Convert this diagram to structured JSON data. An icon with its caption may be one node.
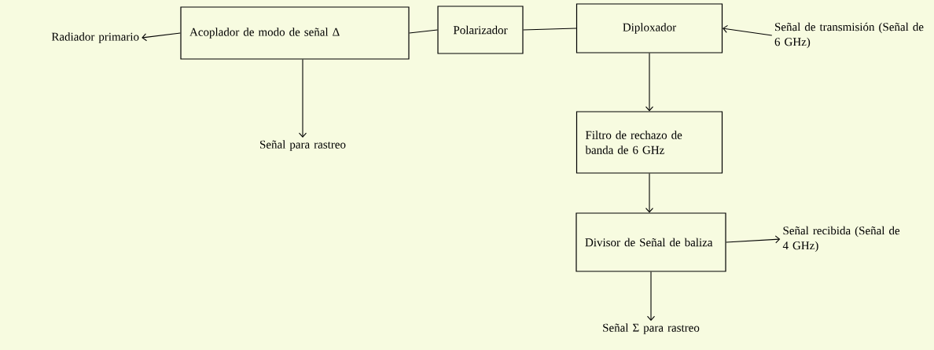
{
  "diagram": {
    "nodes": [
      {
        "text": [
          "Acoplador de modo de señal Δ"
        ]
      },
      {
        "text": [
          "Polarizador"
        ]
      },
      {
        "text": [
          "Diploxador"
        ]
      },
      {
        "text": [
          "Filtro de rechazo de banda de 6 GHz"
        ]
      },
      {
        "text": [
          "Divisor de Señal de baliza"
        ]
      },
      {
        "text": [
          "Radiador primario"
        ]
      },
      {
        "text": [
          "Señal para rastreo"
        ]
      },
      {
        "text": [
          "Señal de transmisión (Señal de 6 GHz)"
        ]
      },
      {
        "text": [
          "Señal recibida (Señal de 4 GHz)"
        ]
      },
      {
        "text": [
          "Señal Σ para rastreo"
        ]
      }
    ],
    "edges": [
      {
        "from": 0,
        "to": 5,
        "arrow": "to"
      },
      {
        "from": 0,
        "to": 6,
        "arrow": "to"
      },
      {
        "from": 0,
        "to": 1,
        "arrow": "none"
      },
      {
        "from": 1,
        "to": 2,
        "arrow": "none"
      },
      {
        "from": 7,
        "to": 2,
        "arrow": "to"
      },
      {
        "from": 2,
        "to": 3,
        "arrow": "to"
      },
      {
        "from": 3,
        "to": 4,
        "arrow": "to"
      },
      {
        "from": 4,
        "to": 8,
        "arrow": "to"
      },
      {
        "from": 4,
        "to": 9,
        "arrow": "to"
      }
    ]
  }
}
